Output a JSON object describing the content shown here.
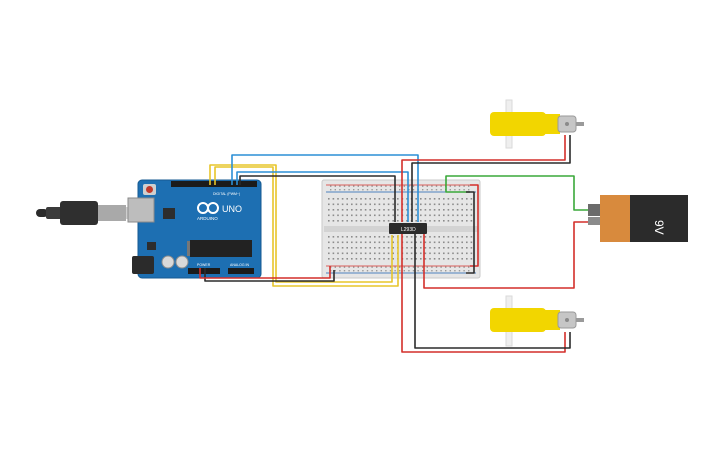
{
  "colors": {
    "wire_red": "#d42f2a",
    "wire_black": "#2b2b2b",
    "wire_yellow": "#e7c52a",
    "wire_blue": "#2b8fd6",
    "wire_green": "#3aa83a",
    "arduino_blue": "#1d6fb2",
    "breadboard": "#e6e6e6",
    "motor_yellow": "#f2d600",
    "battery_orange": "#d88a3d",
    "battery_black": "#2b2b2b"
  },
  "arduino": {
    "brand": "ARDUINO",
    "model": "UNO",
    "header_digital": "DIGITAL (PWM~)",
    "header_power": "POWER",
    "header_analog": "ANALOG IN"
  },
  "driver": {
    "label": "L293D"
  },
  "battery": {
    "label": "9V"
  },
  "icons": {
    "usb": "usb-cable-icon",
    "motor": "dc-motor-icon",
    "battery": "battery-9v-icon"
  }
}
